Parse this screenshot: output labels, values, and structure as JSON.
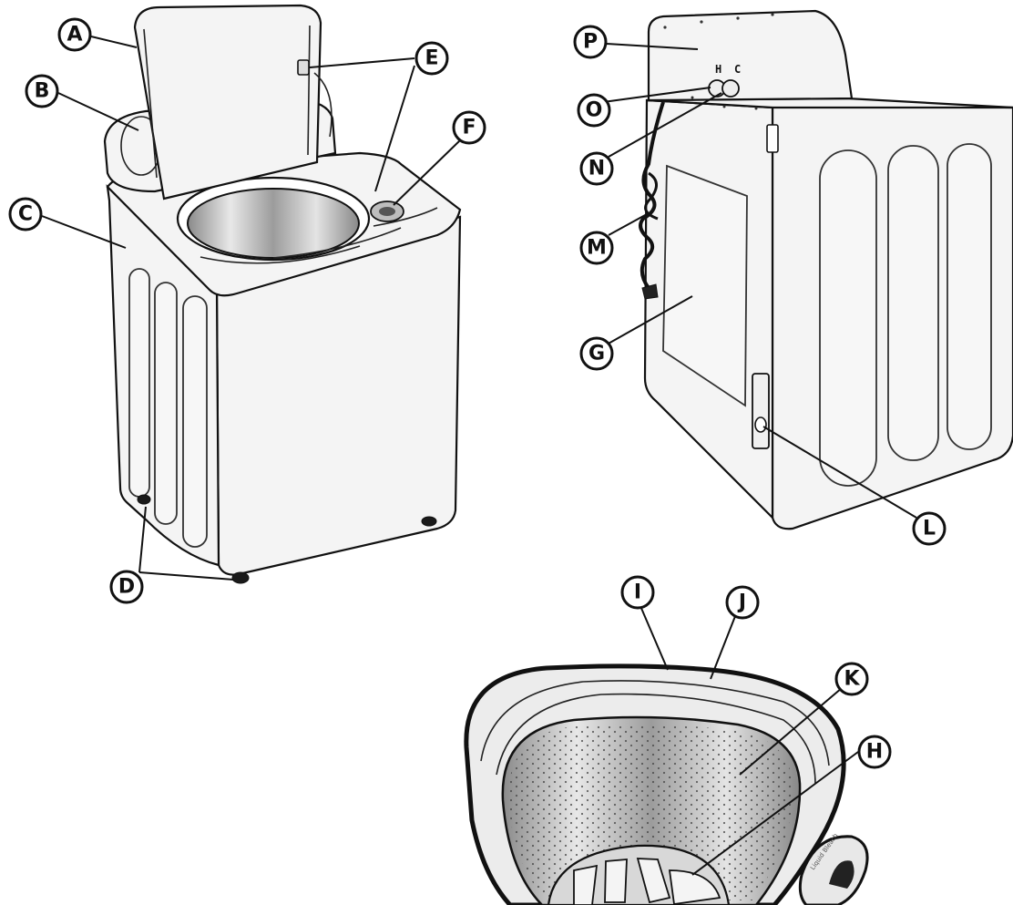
{
  "callouts": {
    "A": "A",
    "B": "B",
    "C": "C",
    "D": "D",
    "E": "E",
    "F": "F",
    "G": "G",
    "H": "H",
    "I": "I",
    "J": "J",
    "K": "K",
    "L": "L",
    "M": "M",
    "N": "N",
    "O": "O",
    "P": "P"
  },
  "inlet_labels": {
    "hot": "H",
    "cold": "C"
  },
  "dispenser_label": "Liquid Bleach",
  "colors": {
    "line": "#111111",
    "fill": "#f4f4f4",
    "drum": "#9a9a9a"
  }
}
